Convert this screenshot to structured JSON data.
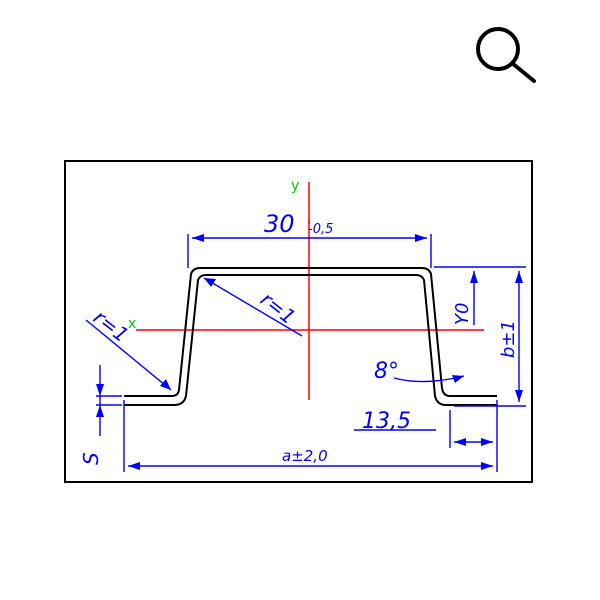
{
  "toolbar": {
    "zoom_icon": "magnifier-icon"
  },
  "drawing": {
    "axis_y_label": "y",
    "axis_x_label": "x",
    "top_width_label": "30",
    "top_width_tol": "-0,5",
    "outer_radius_label": "r=1",
    "inner_radius_label": "r=1",
    "angle_label": "8°",
    "flange_label": "13,5",
    "total_width_label": "a±2,0",
    "height_label": "b±1",
    "y0_label": "Y0",
    "thickness_label": "S",
    "colors": {
      "profile": "#000000",
      "dimension": "#0000ff",
      "axis": "#ff0000",
      "axis_label": "#00cc00"
    }
  }
}
